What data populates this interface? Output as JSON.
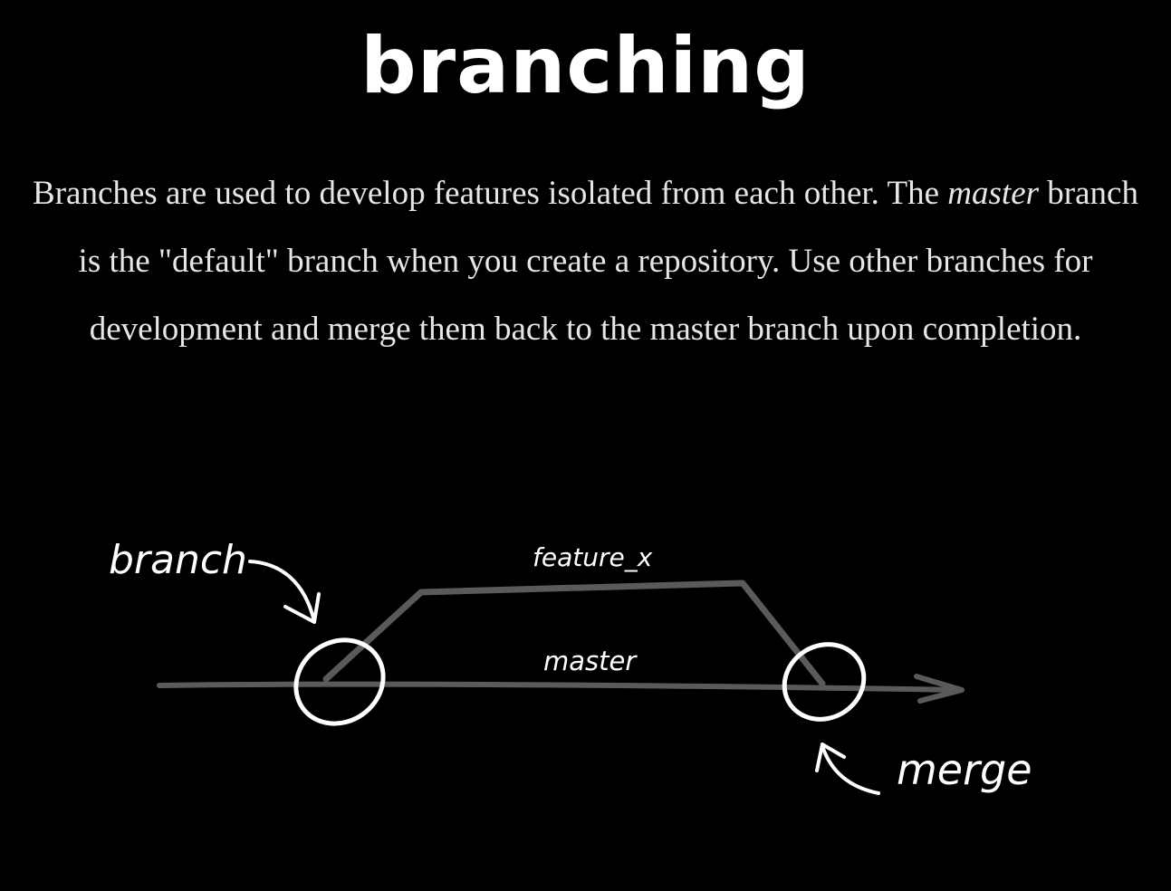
{
  "heading": "branching",
  "intro": {
    "part1": "Branches are used to develop features isolated from each other. The ",
    "emphasis": "master",
    "part2": " branch is the \"default\" branch when you create a repository. Use other branches for development and merge them back to the master branch upon completion."
  },
  "diagram": {
    "label_branch": "branch",
    "label_feature": "feature_x",
    "label_master": "master",
    "label_merge": "merge"
  },
  "colors": {
    "background": "#000000",
    "text": "#e6e6e6",
    "line": "#5a5a5a",
    "chalk": "#ffffff"
  }
}
